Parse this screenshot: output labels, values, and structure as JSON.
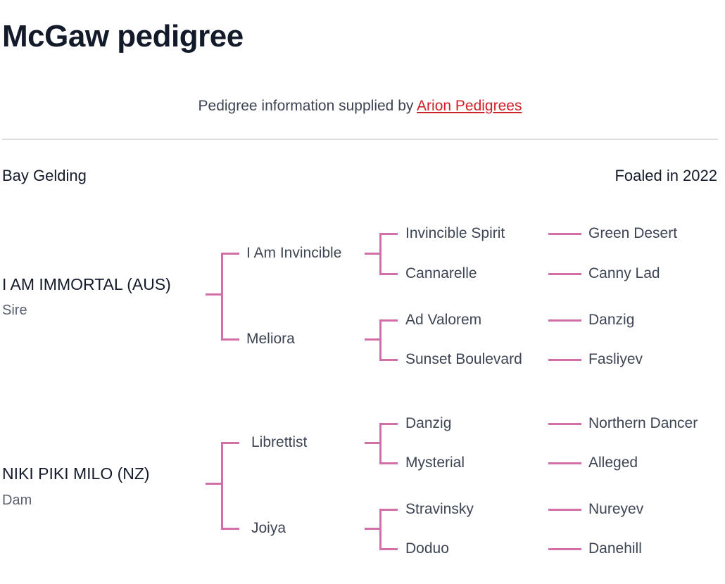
{
  "title": "McGaw pedigree",
  "supplied": {
    "text": "Pedigree information supplied by ",
    "link": "Arion Pedigrees"
  },
  "colour": "Bay Gelding",
  "foaled": "Foaled in 2022",
  "accent_color": "#d16fa8",
  "link_color": "#d0202a",
  "sire": {
    "name": "I AM IMMORTAL (AUS)",
    "role": "Sire",
    "parents": [
      {
        "name": "I Am Invincible",
        "parents": [
          {
            "name": "Invincible Spirit",
            "sire": "Green Desert"
          },
          {
            "name": "Cannarelle",
            "sire": "Canny Lad"
          }
        ]
      },
      {
        "name": "Meliora",
        "parents": [
          {
            "name": "Ad Valorem",
            "sire": "Danzig"
          },
          {
            "name": "Sunset Boulevard",
            "sire": "Fasliyev"
          }
        ]
      }
    ]
  },
  "dam": {
    "name": "NIKI PIKI MILO (NZ)",
    "role": "Dam",
    "parents": [
      {
        "name": "Librettist",
        "parents": [
          {
            "name": "Danzig",
            "sire": "Northern Dancer"
          },
          {
            "name": "Mysterial",
            "sire": "Alleged"
          }
        ]
      },
      {
        "name": "Joiya",
        "parents": [
          {
            "name": "Stravinsky",
            "sire": "Nureyev"
          },
          {
            "name": "Doduo",
            "sire": "Danehill"
          }
        ]
      }
    ]
  }
}
